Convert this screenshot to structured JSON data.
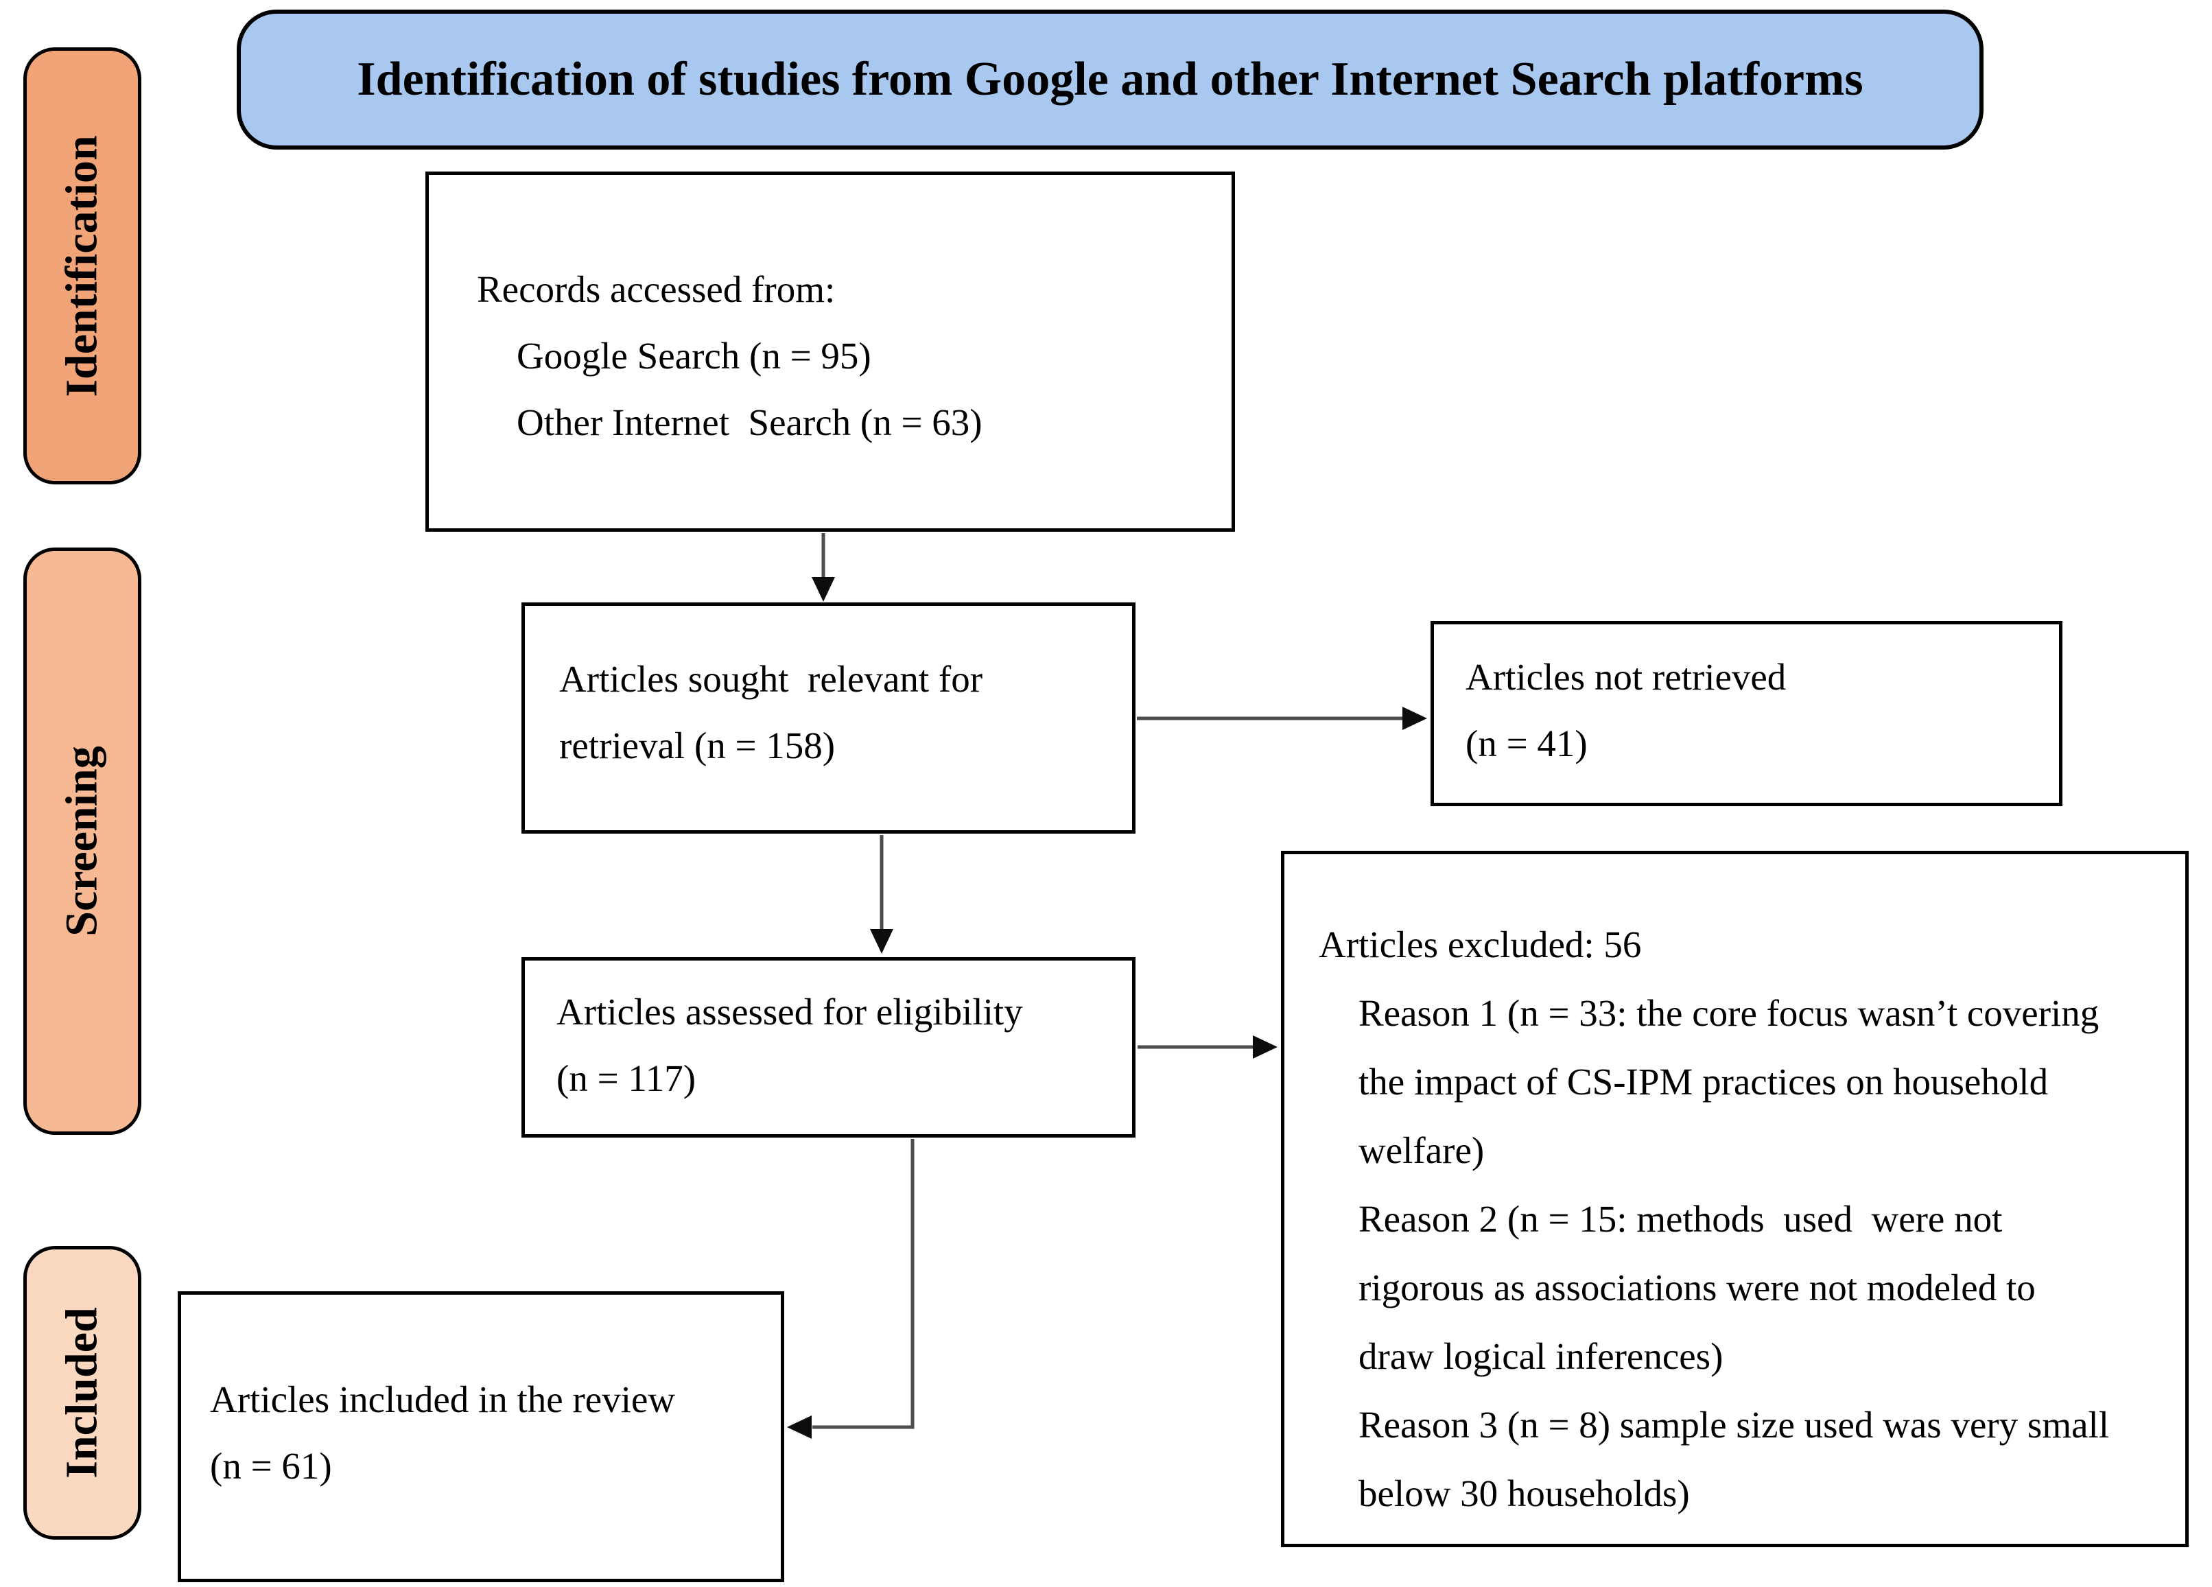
{
  "title": {
    "label": "Identification of studies from Google and other Internet Search platforms"
  },
  "stages": [
    {
      "id": "identification",
      "label": "Identification",
      "color": "#f2a479"
    },
    {
      "id": "screening",
      "label": "Screening",
      "color": "#f6b993"
    },
    {
      "id": "included",
      "label": "Included",
      "color": "#fbd8c0"
    }
  ],
  "boxes": {
    "records": {
      "lines": [
        "Records accessed from:",
        "Google Search (n = 95)",
        "Other Internet  Search (n = 63)"
      ]
    },
    "sought": {
      "lines": [
        "Articles sought  relevant for",
        "retrieval (n = 158)"
      ]
    },
    "not_retrieved": {
      "lines": [
        "Articles not retrieved",
        "(n = 41)"
      ]
    },
    "assessed": {
      "lines": [
        "Articles assessed for eligibility",
        "(n = 117)"
      ]
    },
    "excluded": {
      "lines": [
        "Articles excluded: 56",
        "Reason 1 (n = 33: the core focus wasn’t covering",
        "the impact of CS-IPM practices on household",
        "welfare)",
        "Reason 2 (n = 15: methods  used  were not",
        "rigorous as associations were not modeled to",
        "draw logical inferences)",
        "Reason 3 (n = 8) sample size used was very small",
        "below 30 households)"
      ]
    },
    "included": {
      "lines": [
        "Articles included in the review",
        "(n = 61)"
      ]
    }
  },
  "colors": {
    "title_fill": "#a8c8f0",
    "stage_border": "#000000",
    "box_border": "#000000",
    "arrow_line": "#4d4d4d",
    "arrow_head": "#0d0d0d"
  }
}
